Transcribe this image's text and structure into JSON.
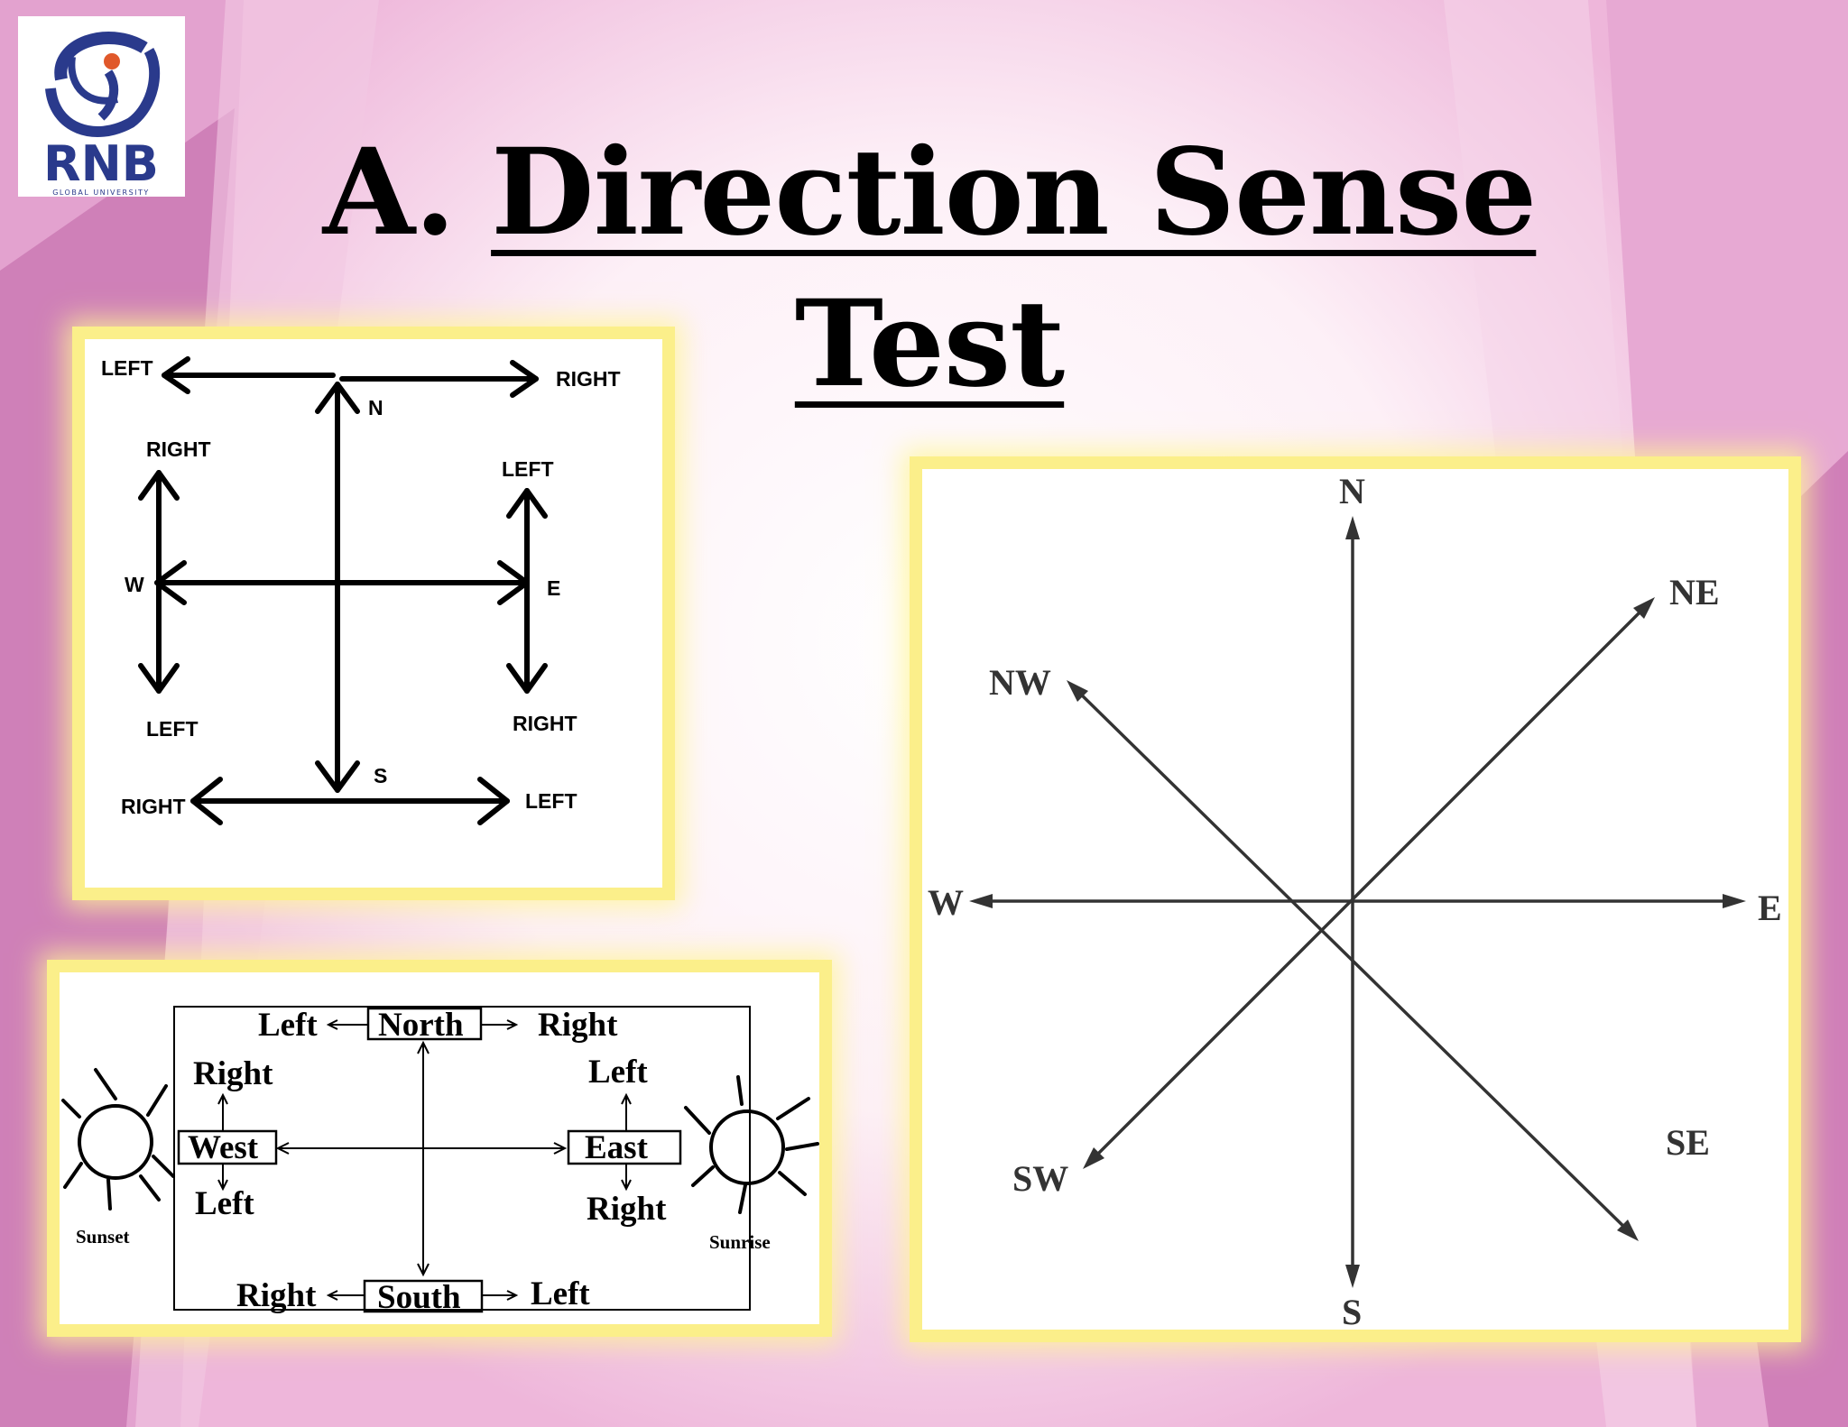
{
  "slide": {
    "title_prefix": "A.",
    "title_line1": "Direction Sense",
    "title_line2": "Test"
  },
  "logo": {
    "text": "RNB",
    "subtext": "GLOBAL UNIVERSITY"
  },
  "diagram_relative": {
    "labels": {
      "top_left": "LEFT",
      "top_right": "RIGHT",
      "north": "N",
      "west_up": "RIGHT",
      "east_up": "LEFT",
      "west": "W",
      "east": "E",
      "west_down": "LEFT",
      "east_down": "RIGHT",
      "south": "S",
      "bottom_left": "RIGHT",
      "bottom_right": "LEFT"
    }
  },
  "diagram_sun": {
    "north": "North",
    "south": "South",
    "west": "West",
    "east": "East",
    "north_left": "Left",
    "north_right": "Right",
    "south_left": "Right",
    "south_right": "Left",
    "west_up": "Right",
    "west_down": "Left",
    "east_up": "Left",
    "east_down": "Right",
    "sunset": "Sunset",
    "sunrise": "Sunrise"
  },
  "diagram_compass": {
    "n": "N",
    "s": "S",
    "e": "E",
    "w": "W",
    "ne": "NE",
    "nw": "NW",
    "se": "SE",
    "sw": "SW"
  },
  "colors": {
    "panel_glow": "#fbef8a",
    "logo_blue": "#2a3a8c",
    "background_pink": "#d98fc0"
  }
}
